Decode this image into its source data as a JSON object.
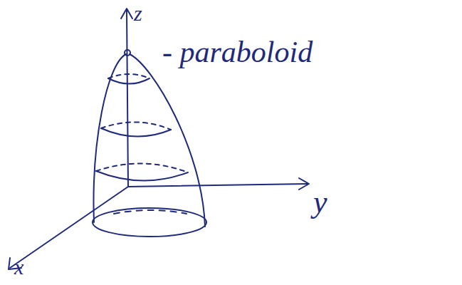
{
  "diagram": {
    "labels": [
      "z",
      "y",
      "x",
      "- paraboloid"
    ]
  }
}
